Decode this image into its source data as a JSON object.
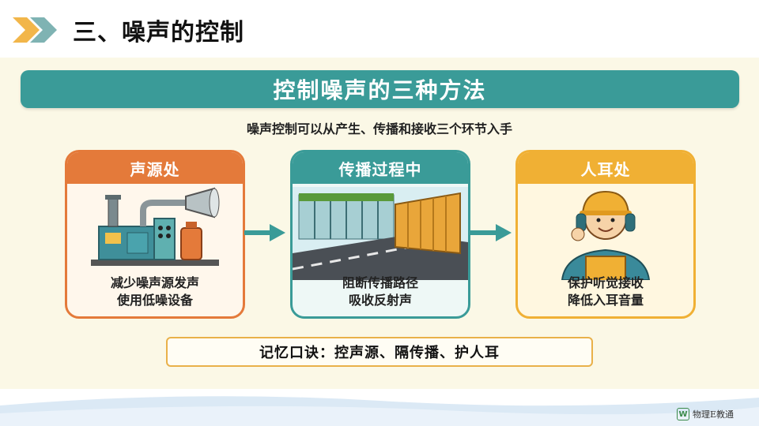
{
  "header": {
    "title": "三、噪声的控制"
  },
  "slide": {
    "banner_title": "控制噪声的三种方法",
    "subtitle": "噪声控制可以从产生、传播和接收三个环节入手",
    "cards": [
      {
        "title": "声源处",
        "line1": "减少噪声源发声",
        "line2": "使用低噪设备",
        "illustration": "machine-illustration",
        "color": "#e47a3a"
      },
      {
        "title": "传播过程中",
        "line1": "阻断传播路径",
        "line2": "吸收反射声",
        "illustration": "noise-barrier-illustration",
        "color": "#3a9b98"
      },
      {
        "title": "人耳处",
        "line1": "保护听觉接收",
        "line2": "降低入耳音量",
        "illustration": "worker-earmuffs-illustration",
        "color": "#f0b034"
      }
    ],
    "mnemonic": "记忆口诀：控声源、隔传播、护人耳"
  },
  "footer": {
    "brand_logo": "W",
    "brand_name": "物理E教通"
  }
}
